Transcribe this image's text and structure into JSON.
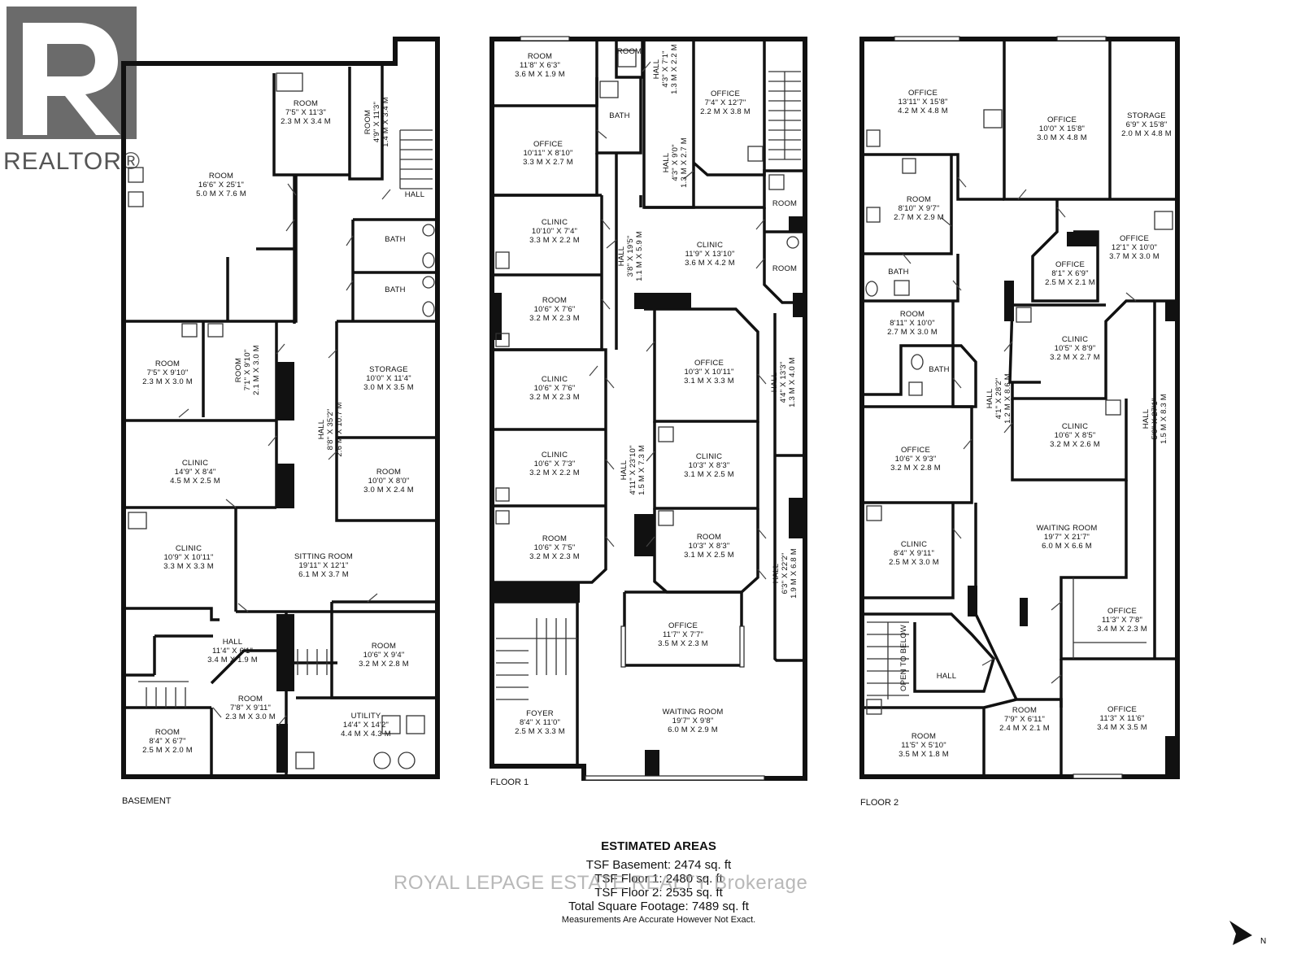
{
  "brand": {
    "realtor_logo_text": "REALTOR®"
  },
  "watermark": "ROYAL LEPAGE ESTATE REALTY Brokerage",
  "floors": [
    {
      "label": "BASEMENT",
      "rooms": [
        {
          "name": "ROOM",
          "imp": "16'6\" X 25'1\"",
          "met": "5.0 M X 7.6 M"
        },
        {
          "name": "ROOM",
          "imp": "7'5\" X 11'3\"",
          "met": "2.3 M X 3.4 M"
        },
        {
          "name": "ROOM",
          "imp": "4'9\" X 11'3\"",
          "met": "1.4 M X 3.4 M"
        },
        {
          "name": "HALL",
          "imp": "",
          "met": ""
        },
        {
          "name": "BATH",
          "imp": "",
          "met": ""
        },
        {
          "name": "BATH",
          "imp": "",
          "met": ""
        },
        {
          "name": "ROOM",
          "imp": "7'5\" X 9'10\"",
          "met": "2.3 M X 3.0 M"
        },
        {
          "name": "ROOM",
          "imp": "7'1\" X 9'10\"",
          "met": "2.1 M X 3.0 M"
        },
        {
          "name": "HALL",
          "imp": "8'8\" X 35'2\"",
          "met": "2.6 M X 10.7 M"
        },
        {
          "name": "STORAGE",
          "imp": "10'0\" X 11'4\"",
          "met": "3.0 M X 3.5 M"
        },
        {
          "name": "CLINIC",
          "imp": "14'9\" X 8'4\"",
          "met": "4.5 M X 2.5 M"
        },
        {
          "name": "ROOM",
          "imp": "10'0\" X 8'0\"",
          "met": "3.0 M X 2.4 M"
        },
        {
          "name": "CLINIC",
          "imp": "10'9\" X 10'11\"",
          "met": "3.3 M X 3.3 M"
        },
        {
          "name": "SITTING ROOM",
          "imp": "19'11\" X 12'1\"",
          "met": "6.1 M X 3.7 M"
        },
        {
          "name": "HALL",
          "imp": "11'4\" X 6'1\"",
          "met": "3.4 M X 1.9 M"
        },
        {
          "name": "ROOM",
          "imp": "10'6\" X 9'4\"",
          "met": "3.2 M X 2.8 M"
        },
        {
          "name": "ROOM",
          "imp": "7'8\" X 9'11\"",
          "met": "2.3 M X 3.0 M"
        },
        {
          "name": "ROOM",
          "imp": "8'4\" X 6'7\"",
          "met": "2.5 M X 2.0 M"
        },
        {
          "name": "UTILITY",
          "imp": "14'4\" X 14'2\"",
          "met": "4.4 M X 4.3 M"
        }
      ]
    },
    {
      "label": "FLOOR 1",
      "rooms": [
        {
          "name": "ROOM",
          "imp": "11'8\" X 6'3\"",
          "met": "3.6 M X 1.9 M"
        },
        {
          "name": "ROOM",
          "imp": "",
          "met": ""
        },
        {
          "name": "HALL",
          "imp": "4'3\" X 7'1\"",
          "met": "1.3 M X 2.2 M"
        },
        {
          "name": "OFFICE",
          "imp": "7'4\" X 12'7\"",
          "met": "2.2 M X 3.8 M"
        },
        {
          "name": "BATH",
          "imp": "",
          "met": ""
        },
        {
          "name": "OFFICE",
          "imp": "10'11\" X 8'10\"",
          "met": "3.3 M X 2.7 M"
        },
        {
          "name": "HALL",
          "imp": "4'3\" X 9'0\"",
          "met": "1.3 M X 2.7 M"
        },
        {
          "name": "ROOM",
          "imp": "",
          "met": ""
        },
        {
          "name": "CLINIC",
          "imp": "10'10\" X 7'4\"",
          "met": "3.3 M X 2.2 M"
        },
        {
          "name": "HALL",
          "imp": "3'8\" X 19'5\"",
          "met": "1.1 M X 5.9 M"
        },
        {
          "name": "CLINIC",
          "imp": "11'9\" X 13'10\"",
          "met": "3.6 M X 4.2 M"
        },
        {
          "name": "ROOM",
          "imp": "",
          "met": ""
        },
        {
          "name": "ROOM",
          "imp": "10'6\" X 7'6\"",
          "met": "3.2 M X 2.3 M"
        },
        {
          "name": "OFFICE",
          "imp": "10'3\" X 10'11\"",
          "met": "3.1 M X 3.3 M"
        },
        {
          "name": "HALL",
          "imp": "4'4\" X 13'3\"",
          "met": "1.3 M X 4.0 M"
        },
        {
          "name": "CLINIC",
          "imp": "10'6\" X 7'6\"",
          "met": "3.2 M X 2.3 M"
        },
        {
          "name": "CLINIC",
          "imp": "10'3\" X 8'3\"",
          "met": "3.1 M X 2.5 M"
        },
        {
          "name": "CLINIC",
          "imp": "10'6\" X 7'3\"",
          "met": "3.2 M X 2.2 M"
        },
        {
          "name": "HALL",
          "imp": "4'11\" X 23'10\"",
          "met": "1.5 M X 7.3 M"
        },
        {
          "name": "ROOM",
          "imp": "10'3\" X 8'3\"",
          "met": "3.1 M X 2.5 M"
        },
        {
          "name": "ROOM",
          "imp": "10'6\" X 7'5\"",
          "met": "3.2 M X 2.3 M"
        },
        {
          "name": "HALL",
          "imp": "6'3\" X 22'2\"",
          "met": "1.9 M X 6.8 M"
        },
        {
          "name": "OFFICE",
          "imp": "11'7\" X 7'7\"",
          "met": "3.5 M X 2.3 M"
        },
        {
          "name": "WAITING ROOM",
          "imp": "19'7\" X 9'8\"",
          "met": "6.0 M X 2.9 M"
        },
        {
          "name": "FOYER",
          "imp": "8'4\" X 11'0\"",
          "met": "2.5 M X 3.3 M"
        }
      ]
    },
    {
      "label": "FLOOR 2",
      "rooms": [
        {
          "name": "OFFICE",
          "imp": "13'11\" X 15'8\"",
          "met": "4.2 M X 4.8 M"
        },
        {
          "name": "OFFICE",
          "imp": "10'0\" X 15'8\"",
          "met": "3.0 M X 4.8 M"
        },
        {
          "name": "STORAGE",
          "imp": "6'9\" X 15'8\"",
          "met": "2.0 M X 4.8 M"
        },
        {
          "name": "ROOM",
          "imp": "8'10\" X 9'7\"",
          "met": "2.7 M X 2.9 M"
        },
        {
          "name": "OFFICE",
          "imp": "12'1\" X 10'0\"",
          "met": "3.7 M X 3.0 M"
        },
        {
          "name": "OFFICE",
          "imp": "8'1\" X 6'9\"",
          "met": "2.5 M X 2.1 M"
        },
        {
          "name": "BATH",
          "imp": "",
          "met": ""
        },
        {
          "name": "ROOM",
          "imp": "8'11\" X 10'0\"",
          "met": "2.7 M X 3.0 M"
        },
        {
          "name": "CLINIC",
          "imp": "10'5\" X 8'9\"",
          "met": "3.2 M X 2.7 M"
        },
        {
          "name": "BATH",
          "imp": "",
          "met": ""
        },
        {
          "name": "HALL",
          "imp": "4'1\" X 28'2\"",
          "met": "1.2 M X 8.6 M"
        },
        {
          "name": "HALL",
          "imp": "5'0\" X 27'1\"",
          "met": "1.5 M X 8.3 M"
        },
        {
          "name": "CLINIC",
          "imp": "10'6\" X 8'5\"",
          "met": "3.2 M X 2.6 M"
        },
        {
          "name": "OFFICE",
          "imp": "10'6\" X 9'3\"",
          "met": "3.2 M X 2.8 M"
        },
        {
          "name": "WAITING ROOM",
          "imp": "19'7\" X 21'7\"",
          "met": "6.0 M X 6.6 M"
        },
        {
          "name": "CLINIC",
          "imp": "8'4\" X 9'11\"",
          "met": "2.5 M X 3.0 M"
        },
        {
          "name": "OFFICE",
          "imp": "11'3\" X 7'8\"",
          "met": "3.4 M X 2.3 M"
        },
        {
          "name": "OPEN TO BELOW",
          "imp": "",
          "met": ""
        },
        {
          "name": "HALL",
          "imp": "",
          "met": ""
        },
        {
          "name": "OFFICE",
          "imp": "11'3\" X 11'6\"",
          "met": "3.4 M X 3.5 M"
        },
        {
          "name": "ROOM",
          "imp": "11'5\" X 5'10\"",
          "met": "3.5 M X 1.8 M"
        },
        {
          "name": "ROOM",
          "imp": "7'9\" X 6'11\"",
          "met": "2.4 M X 2.1 M"
        }
      ]
    }
  ],
  "areas": {
    "title": "ESTIMATED AREAS",
    "rows": [
      "TSF Basement: 2474 sq. ft",
      "TSF Floor 1: 2480 sq. ft",
      "TSF Floor 2: 2535 sq. ft",
      "Total Square Footage: 7489 sq. ft"
    ],
    "note": "Measurements Are Accurate However Not Exact."
  },
  "compass": {
    "label": "N"
  }
}
